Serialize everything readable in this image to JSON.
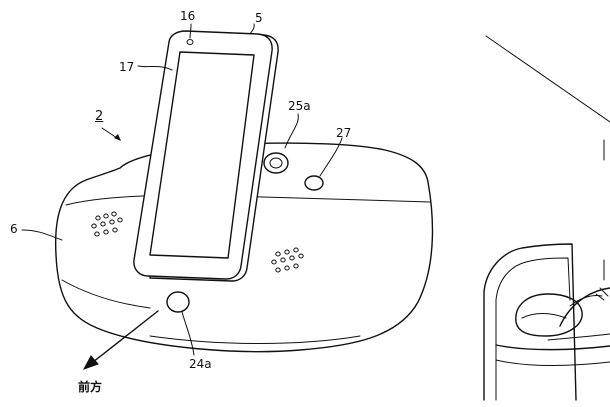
{
  "figure": {
    "labels": {
      "ref_16": "16",
      "ref_5": "5",
      "ref_17": "17",
      "ref_2": "2",
      "ref_25a": "25a",
      "ref_27": "27",
      "ref_6": "6",
      "ref_24a": "24a",
      "direction": "前方"
    }
  }
}
